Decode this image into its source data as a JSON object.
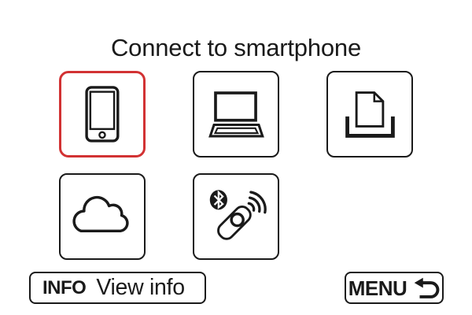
{
  "colors": {
    "accent_red": "#d23233",
    "foreground": "#1a1a1a",
    "background": "#ffffff"
  },
  "title": "Connect to smartphone",
  "tiles": [
    {
      "icon": "smartphone-icon",
      "selected": true
    },
    {
      "icon": "laptop-icon",
      "selected": false
    },
    {
      "icon": "printer-icon",
      "selected": false
    },
    {
      "icon": "cloud-icon",
      "selected": false
    },
    {
      "icon": "bluetooth-remote-icon",
      "selected": false
    }
  ],
  "footer": {
    "info_button": {
      "key": "INFO",
      "label": "View info"
    },
    "menu_button": {
      "key": "MENU",
      "icon": "return-arrow-icon"
    }
  }
}
